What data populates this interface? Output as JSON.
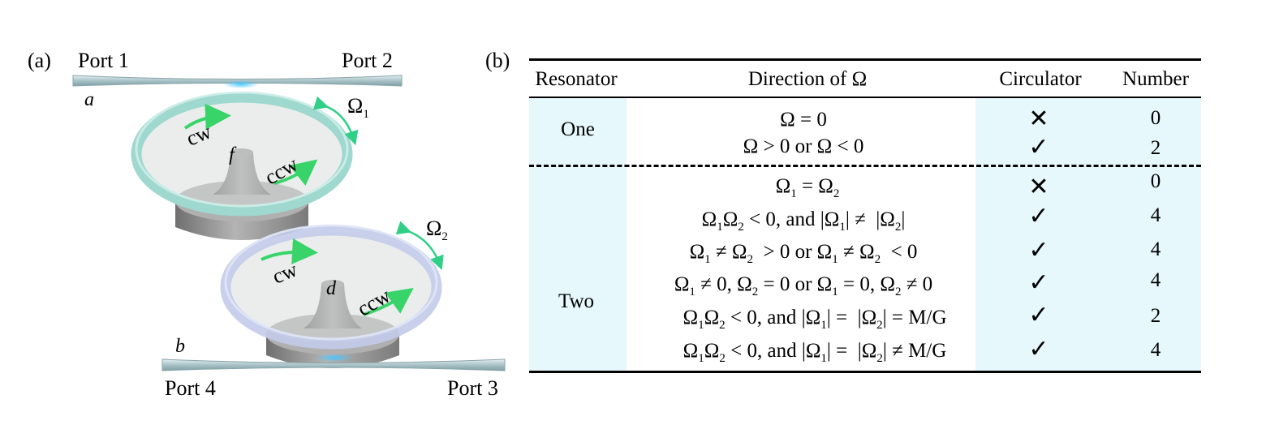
{
  "panel_a": {
    "label": "(a)",
    "port1": "Port 1",
    "port2": "Port 2",
    "port3": "Port 3",
    "port4": "Port 4",
    "waveguide_a": "a",
    "waveguide_b": "b",
    "mode_cw": "cw",
    "mode_ccw": "ccw",
    "resonator_f": "f",
    "resonator_d": "d",
    "omega_symbol": "Ω",
    "omega1_sub": "1",
    "omega2_sub": "2",
    "colors": {
      "ring_top": "#9fd8cf",
      "ring_bottom": "#c3cbea",
      "arrow": "#38d46a",
      "pedestal": "#8f8f8f"
    }
  },
  "panel_b": {
    "label": "(b)",
    "headers": {
      "resonator": "Resonator",
      "direction": "Direction of Ω",
      "circulator": "Circulator",
      "number": "Number"
    },
    "groups": [
      {
        "resonator": "One",
        "rows": [
          {
            "direction": "Ω = 0",
            "circulator": "✕",
            "number": "0"
          },
          {
            "direction": "Ω > 0 or Ω < 0",
            "circulator": "✓",
            "number": "2"
          }
        ]
      },
      {
        "resonator": "Two",
        "rows": [
          {
            "direction": "Ω1 = Ω2",
            "circulator": "✕",
            "number": "0"
          },
          {
            "direction": "Ω1Ω2 < 0, and |Ω1| ≠ |Ω2|",
            "circulator": "✓",
            "number": "4"
          },
          {
            "direction": "Ω1 ≠ Ω2 > 0 or Ω1 ≠ Ω2 < 0",
            "circulator": "✓",
            "number": "4"
          },
          {
            "direction": "Ω1 ≠ 0, Ω2 = 0 or Ω1 = 0, Ω2 ≠ 0",
            "circulator": "✓",
            "number": "4"
          },
          {
            "direction": "Ω1Ω2 < 0, and |Ω1| = |Ω2| = M/G",
            "circulator": "✓",
            "number": "2"
          },
          {
            "direction": "Ω1Ω2 < 0, and |Ω1| = |Ω2| ≠ M/G",
            "circulator": "✓",
            "number": "4"
          }
        ]
      }
    ],
    "colors": {
      "shade": "#e6f8fb",
      "rule": "#000000"
    }
  }
}
